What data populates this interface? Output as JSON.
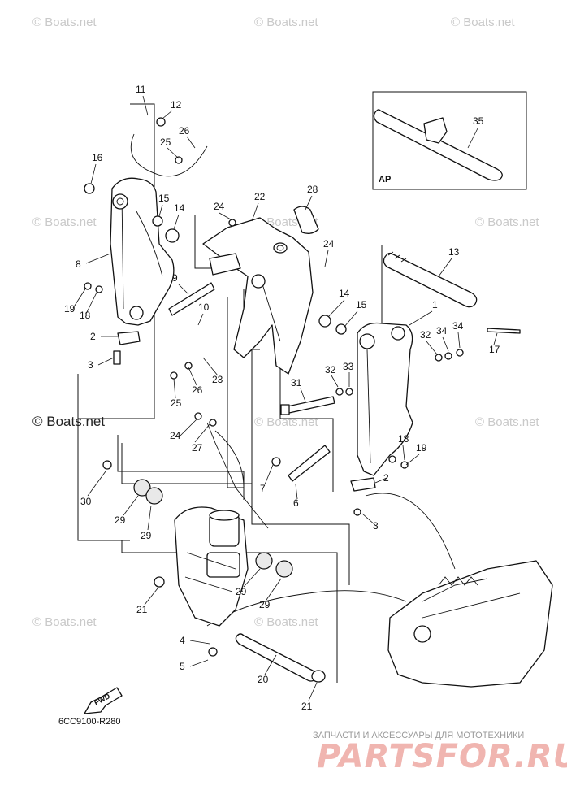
{
  "diagram": {
    "code": "6CC9100-R280",
    "fwd_label": "FWD",
    "inset_label": "AP",
    "watermark": "© Boats.net",
    "watermark_main": "© Boats.net",
    "footer_tagline": "ЗАПЧАСТИ И АКСЕССУАРЫ ДЛЯ МОТОТЕХНИКИ",
    "footer_brand": "PARTSFOR.RU"
  },
  "callouts": [
    "11",
    "12",
    "26",
    "25",
    "16",
    "15",
    "14",
    "24",
    "22",
    "28",
    "8",
    "9",
    "19",
    "18",
    "10",
    "2",
    "3",
    "24",
    "23",
    "26",
    "25",
    "24",
    "27",
    "13",
    "14",
    "15",
    "1",
    "32",
    "34",
    "34",
    "17",
    "31",
    "32",
    "33",
    "18",
    "19",
    "2",
    "3",
    "7",
    "6",
    "30",
    "29",
    "29",
    "29",
    "29",
    "21",
    "4",
    "5",
    "20",
    "21",
    "35"
  ]
}
